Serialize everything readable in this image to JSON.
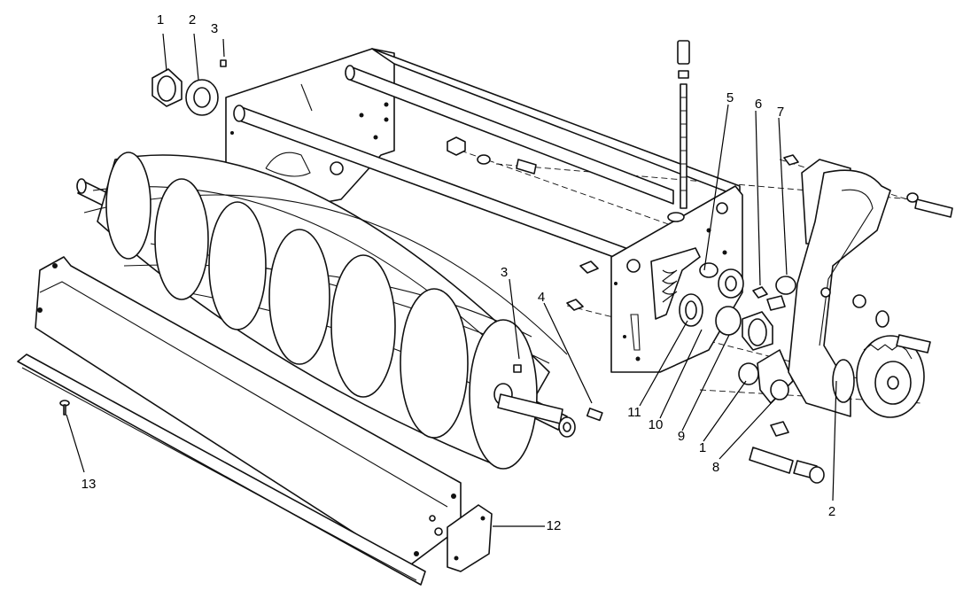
{
  "callouts": [
    {
      "id": "c1-top",
      "label": "1"
    },
    {
      "id": "c2-top",
      "label": "2"
    },
    {
      "id": "c3-top",
      "label": "3"
    },
    {
      "id": "c3-mid",
      "label": "3"
    },
    {
      "id": "c4",
      "label": "4"
    },
    {
      "id": "c5",
      "label": "5"
    },
    {
      "id": "c6",
      "label": "6"
    },
    {
      "id": "c7",
      "label": "7"
    },
    {
      "id": "c11",
      "label": "11"
    },
    {
      "id": "c10",
      "label": "10"
    },
    {
      "id": "c9",
      "label": "9"
    },
    {
      "id": "c1-low",
      "label": "1"
    },
    {
      "id": "c8",
      "label": "8"
    },
    {
      "id": "c2-low",
      "label": "2"
    },
    {
      "id": "c12",
      "label": "12"
    },
    {
      "id": "c13",
      "label": "13"
    }
  ]
}
